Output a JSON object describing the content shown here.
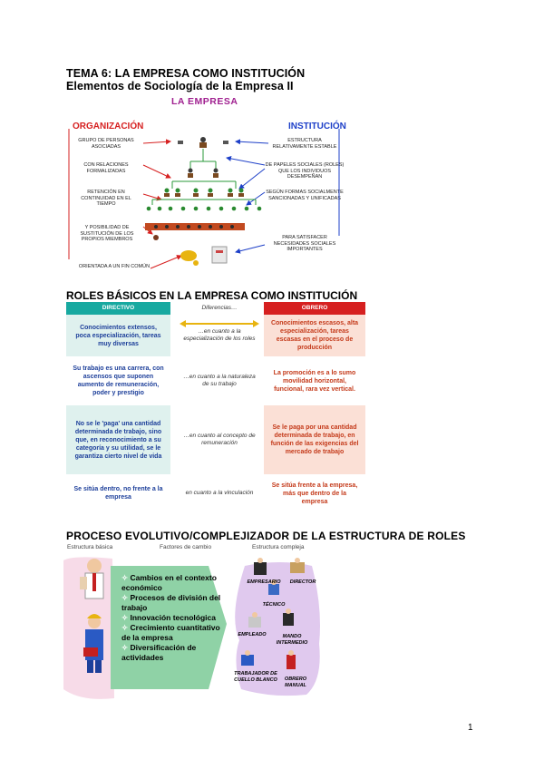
{
  "header": {
    "title": "TEMA 6: LA EMPRESA COMO INSTITUCIÓN",
    "subtitle": "Elementos de Sociología de la Empresa II"
  },
  "diagram1": {
    "title": "LA EMPRESA",
    "left_heading": "ORGANIZACIÓN",
    "right_heading": "INSTITUCIÓN",
    "left_labels": [
      "GRUPO DE PERSONAS ASOCIADAS",
      "CON RELACIONES FORMALIZADAS",
      "RETENCIÓN EN CONTINUIDAD EN EL TIEMPO",
      "Y POSIBILIDAD DE SUSTITUCIÓN DE LOS PROPIOS MIEMBROS",
      "ORIENTADA A UN FIN COMÚN"
    ],
    "right_labels": [
      "ESTRUCTURA RELATIVAMENTE ESTABLE",
      "DE PAPELES SOCIALES (ROLES) QUE LOS INDIVIDUOS DESEMPEÑAN",
      "SEGÚN FORMAS SOCIALMENTE SANCIONADAS Y UNIFICADAS",
      "PARA SATISFACER NECESIDADES SOCIALES IMPORTANTES"
    ]
  },
  "roles_section": {
    "title": "ROLES BÁSICOS EN LA EMPRESA COMO INSTITUCIÓN",
    "col_left": "DIRECTIVO",
    "col_mid": "Diferencias…",
    "col_right": "OBRERO",
    "rows": [
      {
        "left": "Conocimientos extensos, poca especialización, tareas muy diversas",
        "mid": "…en cuanto a la especialización de los roles",
        "right": "Conocimientos escasos, alta especialización, tareas escasas en el proceso de producción"
      },
      {
        "left": "Su trabajo es una carrera, con ascensos que suponen aumento de remuneración, poder y prestigio",
        "mid": "…en cuanto a la naturaleza de su trabajo",
        "right": "La promoción es a lo sumo movilidad horizontal, funcional, rara vez vertical."
      },
      {
        "left": "No se le 'paga' una cantidad determinada de trabajo, sino que, en reconocimiento a su categoría y su utilidad, se le garantiza cierto nivel de vida",
        "mid": "…en cuanto al concepto de remuneración",
        "right": "Se le paga por una cantidad determinada de trabajo, en función de las exigencias del mercado de trabajo"
      },
      {
        "left": "Se sitúa dentro, no frente a la empresa",
        "mid": "en cuanto a la vinculación",
        "right": "Se sitúa frente a la empresa, más que dentro de la empresa"
      }
    ]
  },
  "process_section": {
    "title": "PROCESO EVOLUTIVO/COMPLEJIZADOR DE LA ESTRUCTURA DE ROLES",
    "label_basic": "Estructura básica",
    "label_factors": "Factores de cambio",
    "label_complex": "Estructura compleja",
    "factors": [
      "Cambios en el contexto económico",
      "Procesos de división del trabajo",
      "Innovación tecnológica",
      "Crecimiento cuantitativo de la empresa",
      "Diversificación de actividades"
    ],
    "roles": [
      "EMPRESARIO",
      "DIRECTOR",
      "TÉCNICO",
      "EMPLEADO",
      "MANDO INTERMEDIO",
      "TRABAJADOR DE CUELLO BLANCO",
      "OBRERO MANUAL"
    ]
  },
  "footer": {
    "page_number": "1"
  },
  "colors": {
    "teal": "#17a9a0",
    "light_teal": "#dff1ee",
    "red": "#d62020",
    "light_red": "#fbe0d6",
    "blue": "#1d3fc8",
    "purple_bg": "#e0c9ee",
    "green_arrow": "#8fd2a6",
    "gold": "#e8b410"
  }
}
